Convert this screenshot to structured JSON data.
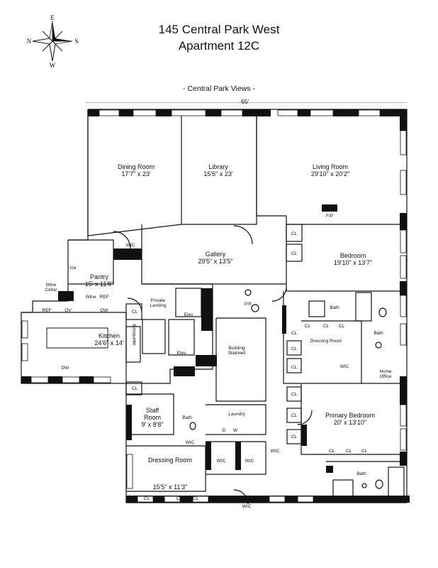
{
  "title_line1": "145 Central Park West",
  "title_line2": "Apartment 12C",
  "views_label": "- Central Park Views -",
  "width_dim": "65'",
  "compass": {
    "n": "N",
    "s": "S",
    "e": "E",
    "w": "W"
  },
  "rooms": {
    "dining": {
      "name": "Dining Room",
      "size": "17'7\" x 23'"
    },
    "library": {
      "name": "Library",
      "size": "15'6\" x 23'"
    },
    "living": {
      "name": "Living Room",
      "size": "29'10\" x 20'2\""
    },
    "gallery": {
      "name": "Gallery",
      "size": "29'5\" x 13'5\""
    },
    "bedroom": {
      "name": "Bedroom",
      "size": "19'10\" x 13'7\""
    },
    "pantry": {
      "name": "Pantry",
      "size": "15' x 11'8\""
    },
    "kitchen": {
      "name": "Kitchen",
      "size": "24'6\" x 14'"
    },
    "primary": {
      "name": "Primary Bedroom",
      "size": "20' x 13'10\""
    },
    "staff_line1": "Staff",
    "staff_line2": "Room",
    "staff_size": "9' x 8'8\"",
    "dressing": {
      "name": "Dressing Room",
      "size": "15'5\" x 11'3\""
    }
  },
  "small_labels": {
    "fp": "F/P",
    "cl": "CL",
    "wic": "WIC",
    "bath": "Bath",
    "elev": "Elev",
    "pr": "P.R",
    "private_landing_1": "Private",
    "private_landing_2": "Landing",
    "building_stairwell_1": "Building",
    "building_stairwell_2": "Stairwell",
    "laundry": "Laundry",
    "dressing_room_small": "Dressing Room",
    "home_office_1": "Home",
    "home_office_2": "Office",
    "wine_cellar_1": "Wine",
    "wine_cellar_2": "Cellar",
    "ice": "Ice",
    "wine": "Wine",
    "ref": "REF",
    "ov": "OV",
    "dw": "DW",
    "banquette": "Banquette",
    "d": "D",
    "w": "W"
  }
}
